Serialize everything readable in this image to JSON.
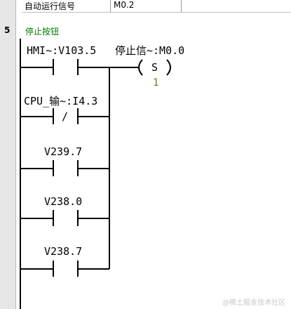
{
  "symbol_row": {
    "name": "自动运行信号",
    "address": "M0.2"
  },
  "network": {
    "number": "5",
    "title": "停止按钮",
    "contacts": [
      {
        "label": "HMI~:V103.5",
        "type": "NO"
      },
      {
        "label": "CPU_输~:I4.3",
        "type": "NC",
        "symbol": "/"
      },
      {
        "label": "V239.7",
        "type": "NO"
      },
      {
        "label": "V238.0",
        "type": "NO"
      },
      {
        "label": "V238.7",
        "type": "NO"
      }
    ],
    "coil": {
      "label": "停止信~:M0.0",
      "op": "S",
      "count": "1"
    }
  },
  "watermark": "@稀土掘金技术社区"
}
